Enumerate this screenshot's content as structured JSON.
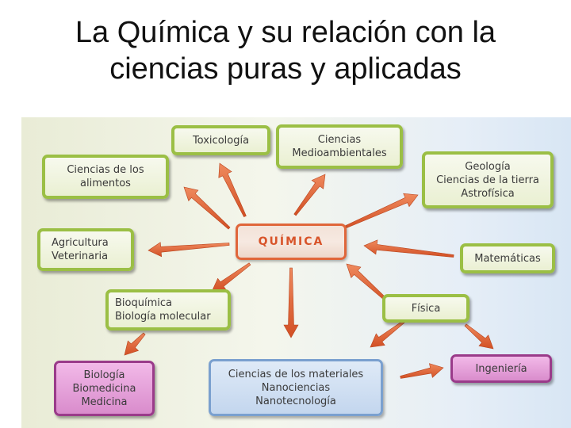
{
  "title": {
    "line1": "La Química y su relación con la",
    "line2": "ciencias puras y aplicadas"
  },
  "diagram": {
    "center": "QUÍMICA",
    "nodes": {
      "toxicologia": [
        "Toxicología"
      ],
      "medioambientales": [
        "Ciencias",
        "Medioambientales"
      ],
      "alimentos": [
        "Ciencias de los",
        "alimentos"
      ],
      "geologia": [
        "Geología",
        "Ciencias de la tierra",
        "Astrofísica"
      ],
      "agricultura": [
        "Agricultura",
        "Veterinaria"
      ],
      "matematicas": [
        "Matemáticas"
      ],
      "bioquimica": [
        "Bioquímica",
        "Biología molecular"
      ],
      "fisica": [
        "Física"
      ],
      "biologia": [
        "Biología",
        "Biomedicina",
        "Medicina"
      ],
      "materiales": [
        "Ciencias de los materiales",
        "Nanociencias",
        "Nanotecnología"
      ],
      "ingenieria": [
        "Ingeniería"
      ]
    },
    "colors": {
      "green_border": "#9bbf45",
      "pink_border": "#9a3b8a",
      "blue_border": "#7aa0cf",
      "arrow": "#e0663a",
      "center_text": "#d8542a"
    }
  }
}
